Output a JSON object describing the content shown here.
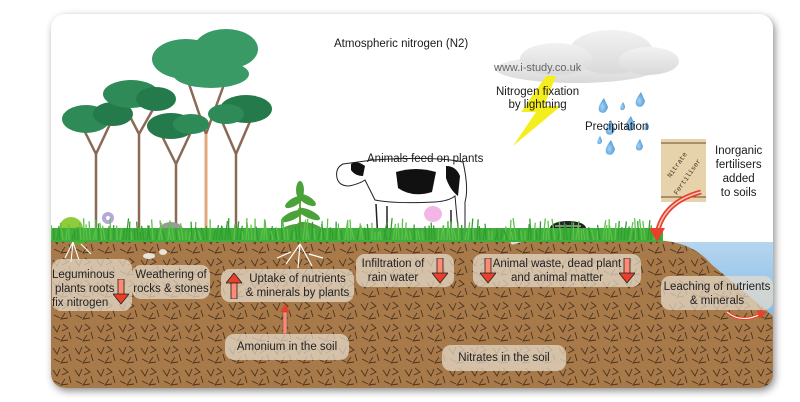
{
  "diagram": {
    "title": "Atmospheric nitrogen (N2)",
    "watermark": "www.i-study.co.uk",
    "sky_labels": {
      "lightning": [
        "Nitrogen fixation",
        "by lightning"
      ],
      "precipitation": "Precipitation",
      "animals": "Animals feed on plants",
      "fertiliser": [
        "Inorganic",
        "fertilisers",
        "added",
        "to soils"
      ],
      "fertiliser_bag": [
        "Nitrate",
        "Fertiliser"
      ]
    },
    "soil_boxes": [
      {
        "id": "leguminous",
        "lines": [
          "Leguminous",
          "plants roots",
          "fix nitrogen"
        ],
        "arrow": "down"
      },
      {
        "id": "weathering",
        "lines": [
          "Weathering of",
          "rocks & stones"
        ],
        "arrow": "none"
      },
      {
        "id": "uptake",
        "lines": [
          "Uptake of nutrients",
          "& minerals by plants"
        ],
        "arrow": "up"
      },
      {
        "id": "infiltration",
        "lines": [
          "Infiltration of",
          "rain water"
        ],
        "arrow": "down"
      },
      {
        "id": "animal-waste",
        "lines": [
          "Animal waste, dead plant",
          "and animal matter"
        ],
        "arrow": "down-both"
      },
      {
        "id": "leaching",
        "lines": [
          "Leaching of nutrients",
          "& minerals"
        ],
        "arrow": "curved-right"
      },
      {
        "id": "amonium",
        "lines": [
          "Amonium in the soil"
        ],
        "arrow": "up-thin"
      },
      {
        "id": "nitrates",
        "lines": [
          "Nitrates in the soil"
        ],
        "arrow": "none"
      }
    ],
    "colors": {
      "soil": "#a87a4a",
      "grass": "#3fae3a",
      "tree_leaf": "#2e8b57",
      "water": "#8fc1e8",
      "rain": "#5aa3dc",
      "lightning": "#f5ee1e",
      "arrow_red": "#e8402a",
      "label_box": "#e6dccd"
    }
  }
}
